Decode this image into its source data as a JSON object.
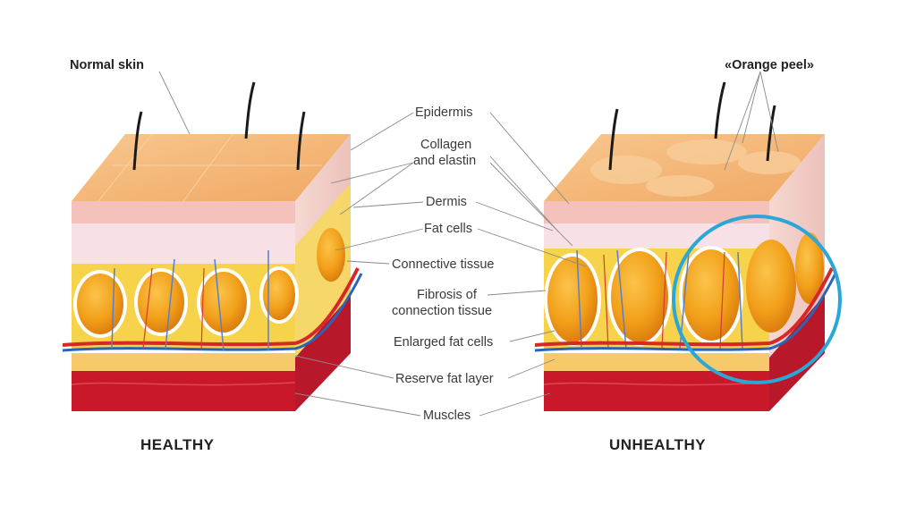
{
  "titles": {
    "normal_skin": "Normal skin",
    "orange_peel": "«Orange peel»",
    "healthy": "HEALTHY",
    "unhealthy": "UNHEALTHY"
  },
  "labels": {
    "epidermis": "Epidermis",
    "collagen_1": "Collagen",
    "collagen_2": "and elastin",
    "dermis": "Dermis",
    "fat_cells": "Fat cells",
    "connective_tissue": "Connective tissue",
    "fibrosis_1": "Fibrosis of",
    "fibrosis_2": "connection tissue",
    "enlarged_fat_cells": "Enlarged fat cells",
    "reserve_fat_layer": "Reserve fat layer",
    "muscles": "Muscles"
  },
  "colors": {
    "skin_top": "#f5b878",
    "epidermis": "#f4c7bf",
    "dermis": "#f7e0e4",
    "fat": "#f2a21b",
    "fat_dark": "#d9780d",
    "yellow_layer": "#f6d34a",
    "muscle": "#c8182a",
    "artery": "#d62828",
    "vein": "#2a64b8",
    "highlight_circle": "#2aa7d6"
  }
}
